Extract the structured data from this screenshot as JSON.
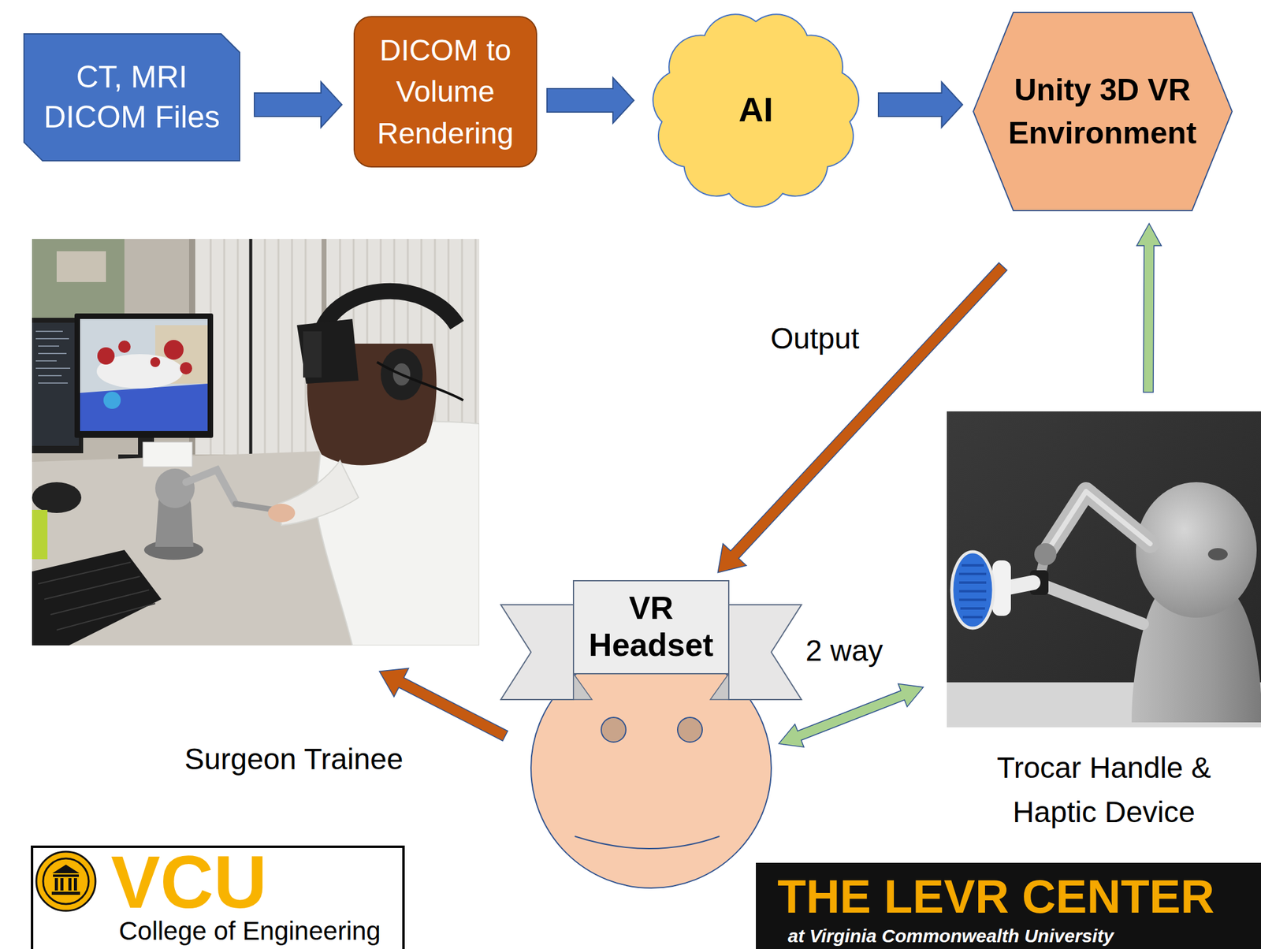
{
  "diagram": {
    "nodes": [
      {
        "text": [
          "CT, MRI DICOM Files"
        ]
      },
      {
        "text": [
          "DICOM to Volume Rendering"
        ]
      },
      {
        "text": [
          "AI"
        ]
      },
      {
        "text": [
          "Unity 3D VR Environment"
        ]
      },
      {
        "text": [
          "VR Headset"
        ]
      },
      {
        "text": [
          "Surgeon Trainee"
        ]
      },
      {
        "text": [
          "Trocar Handle & Haptic Device"
        ]
      }
    ],
    "edges": [
      {
        "from": 0,
        "to": 1,
        "arrow": "to"
      },
      {
        "from": 1,
        "to": 2,
        "arrow": "to"
      },
      {
        "from": 2,
        "to": 3,
        "arrow": "to"
      },
      {
        "from": 3,
        "to": 4,
        "label": "Output",
        "arrow": "to"
      },
      {
        "from": 4,
        "to": 5,
        "arrow": "to"
      },
      {
        "from": 4,
        "to": 6,
        "label": "2 way",
        "arrow": "both"
      },
      {
        "from": 6,
        "to": 3,
        "arrow": "to"
      }
    ],
    "labels": [
      "VCU",
      "College of Engineering",
      "THE LEVR CENTER",
      "at Virginia Commonwealth University"
    ]
  }
}
